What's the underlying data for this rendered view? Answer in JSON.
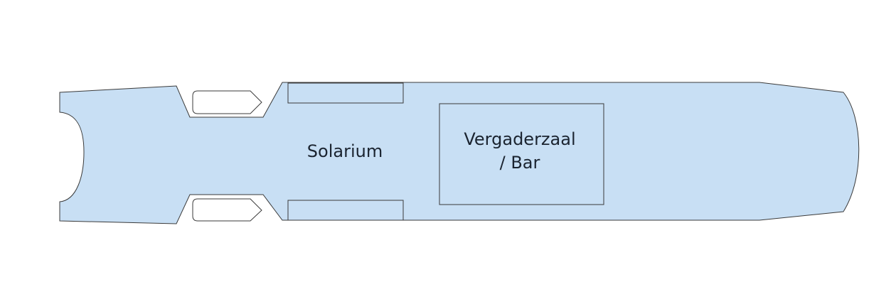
{
  "deck": {
    "fill_color": "#c8dff4",
    "stroke_color": "#3a3a3a",
    "rooms": {
      "solarium": {
        "label": "Solarium"
      },
      "meeting_room_bar": {
        "label_line1": "Vergaderzaal",
        "label_line2": "/ Bar"
      }
    }
  }
}
